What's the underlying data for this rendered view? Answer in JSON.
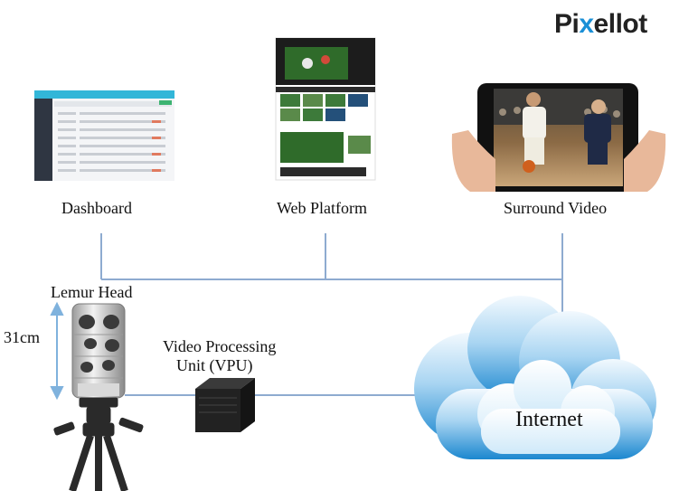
{
  "brand": {
    "logo": "Pixellot"
  },
  "clients": [
    {
      "label": "Dashboard"
    },
    {
      "label": "Web Platform"
    },
    {
      "label": "Surround Video"
    }
  ],
  "hardware": {
    "head_label": "Lemur Head",
    "height_label": "31cm",
    "vpu_label_line1": "Video Processing",
    "vpu_label_line2": "Unit (VPU)"
  },
  "network": {
    "cloud_label": "Internet"
  },
  "colors": {
    "line": "#8eabd0",
    "cloud_top": "#e3f2fb",
    "cloud_bottom": "#1e8fd4",
    "accent": "#1a8fd6"
  }
}
